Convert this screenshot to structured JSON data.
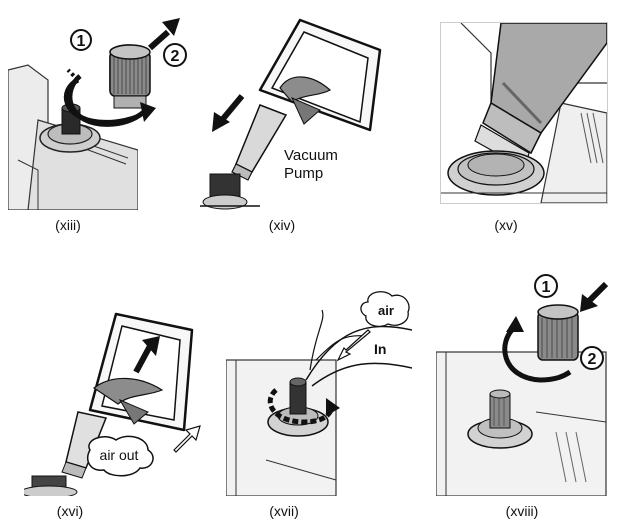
{
  "panels": [
    {
      "caption": "(xiii)",
      "step_1": "1",
      "step_2": "2"
    },
    {
      "caption": "(xiv)",
      "label_line1": "Vacuum",
      "label_line2": "Pump"
    },
    {
      "caption": "(xv)"
    },
    {
      "caption": "(xvi)",
      "label": "air out"
    },
    {
      "caption": "(xvii)",
      "label_air": "air",
      "label_in": "In"
    },
    {
      "caption": "(xviii)",
      "step_1": "1",
      "step_2": "2"
    }
  ]
}
